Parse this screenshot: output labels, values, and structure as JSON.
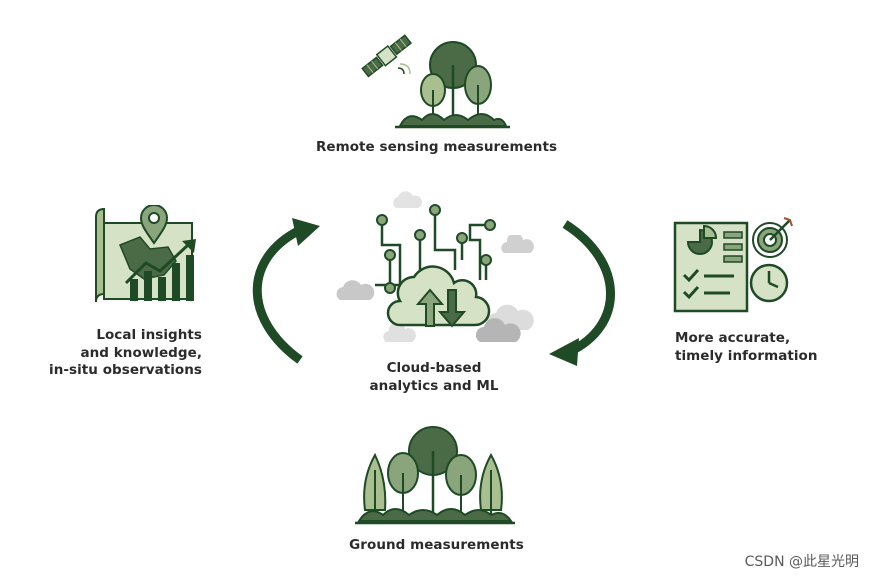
{
  "nodes": {
    "top": {
      "label": "Remote sensing measurements"
    },
    "center": {
      "lines": [
        "Cloud-based",
        "analytics and ML"
      ]
    },
    "left": {
      "lines": [
        "Local insights",
        "and knowledge,",
        "in-situ observations"
      ]
    },
    "right": {
      "lines": [
        "More accurate,",
        "timely information"
      ]
    },
    "bottom": {
      "label": "Ground measurements"
    }
  },
  "watermark": "CSDN @此星光明",
  "colors": {
    "dark_green": "#1e4a26",
    "mid_green": "#5e7d55",
    "light_green": "#a9bf90",
    "pale_green": "#d6e2c6",
    "cloud_gray": "#c8c8c8"
  },
  "icons": [
    "satellite-icon",
    "forest-icon",
    "map-pin-icon",
    "growth-chart-icon",
    "circuit-icon",
    "cloud-icon",
    "report-icon",
    "target-icon",
    "clock-icon",
    "cycle-arrow-icon"
  ]
}
